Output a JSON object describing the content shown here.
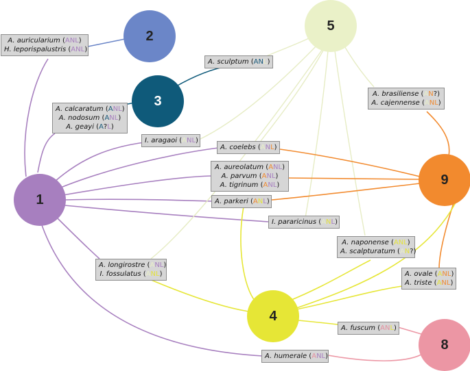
{
  "colors": {
    "1": "#a77fbf",
    "2": "#6b86c8",
    "3": "#0f5a7a",
    "4": "#e6e636",
    "5": "#eaf1c8",
    "8": "#ec96a4",
    "9": "#f28a2e"
  },
  "nodes": [
    {
      "id": "1",
      "label": "1"
    },
    {
      "id": "2",
      "label": "2"
    },
    {
      "id": "3",
      "label": "3"
    },
    {
      "id": "4",
      "label": "4"
    },
    {
      "id": "5",
      "label": "5"
    },
    {
      "id": "8",
      "label": "8"
    },
    {
      "id": "9",
      "label": "9"
    }
  ],
  "labels": [
    {
      "id": "L_auricularium",
      "lines": [
        {
          "species": "A. auricularium",
          "code": [
            [
              "A",
              "1"
            ],
            [
              "N",
              "1"
            ],
            [
              "L",
              "1"
            ]
          ]
        },
        {
          "species": "H. leporispalustris",
          "code": [
            [
              "A",
              "1"
            ],
            [
              "N",
              "1"
            ],
            [
              "L",
              "1"
            ]
          ]
        }
      ]
    },
    {
      "id": "L_sculptum",
      "lines": [
        {
          "species": "A. sculptum",
          "code": [
            [
              "A",
              "3"
            ],
            [
              "N",
              "3"
            ],
            [
              "L",
              "5"
            ]
          ]
        }
      ]
    },
    {
      "id": "L_calcaratum",
      "lines": [
        {
          "species": "A. calcaratum",
          "code": [
            [
              "A",
              "3"
            ],
            [
              "N",
              "1"
            ],
            [
              "L",
              "1"
            ]
          ]
        },
        {
          "species": "A. nodosum",
          "code": [
            [
              "A",
              "3"
            ],
            [
              "N",
              "1"
            ],
            [
              "L",
              "1"
            ]
          ]
        },
        {
          "species": "A. geayi",
          "code": [
            [
              "A",
              "3"
            ],
            [
              "?",
              "q"
            ],
            [
              "L",
              "1"
            ]
          ]
        }
      ]
    },
    {
      "id": "L_brasiliense",
      "lines": [
        {
          "species": "A. brasiliense",
          "code": [
            [
              "A",
              "5"
            ],
            [
              "N",
              "9"
            ],
            [
              "?",
              "q"
            ]
          ]
        },
        {
          "species": "A. cajennense",
          "code": [
            [
              "A",
              "5"
            ],
            [
              "N",
              "9"
            ],
            [
              "L",
              "9"
            ]
          ]
        }
      ]
    },
    {
      "id": "L_aragaoi",
      "lines": [
        {
          "species": "I. aragaoi",
          "code": [
            [
              "A",
              "5"
            ],
            [
              "N",
              "1"
            ],
            [
              "L",
              "1"
            ]
          ]
        }
      ]
    },
    {
      "id": "L_coelebs",
      "lines": [
        {
          "species": "A. coelebs",
          "code": [
            [
              "A",
              "5"
            ],
            [
              "N",
              "1"
            ],
            [
              "L",
              "9"
            ]
          ]
        }
      ]
    },
    {
      "id": "L_aureolatum",
      "lines": [
        {
          "species": "A. aureolatum",
          "code": [
            [
              "A",
              "9"
            ],
            [
              "N",
              "1"
            ],
            [
              "L",
              "1"
            ]
          ]
        },
        {
          "species": "A. parvum",
          "code": [
            [
              "A",
              "9"
            ],
            [
              "N",
              "1"
            ],
            [
              "L",
              "1"
            ]
          ]
        },
        {
          "species": "A. tigrinum",
          "code": [
            [
              "A",
              "9"
            ],
            [
              "N",
              "1"
            ],
            [
              "L",
              "1"
            ]
          ]
        }
      ]
    },
    {
      "id": "L_parkeri",
      "lines": [
        {
          "species": "A. parkeri",
          "code": [
            [
              "A",
              "9"
            ],
            [
              "N",
              "4"
            ],
            [
              "L",
              "1"
            ]
          ]
        }
      ]
    },
    {
      "id": "L_pararicinus",
      "lines": [
        {
          "species": "I. pararicinus",
          "code": [
            [
              "A",
              "5"
            ],
            [
              "N",
              "4"
            ],
            [
              "L",
              "1"
            ]
          ]
        }
      ]
    },
    {
      "id": "L_naponense",
      "lines": [
        {
          "species": "A. naponense",
          "code": [
            [
              "A",
              "4"
            ],
            [
              "N",
              "4"
            ],
            [
              "L",
              "4"
            ]
          ]
        },
        {
          "species": "A. scalpturatum",
          "code": [
            [
              "A",
              "5"
            ],
            [
              "N",
              "4"
            ],
            [
              "?",
              "q"
            ]
          ]
        }
      ]
    },
    {
      "id": "L_longirostre",
      "lines": [
        {
          "species": "A. longirostre",
          "code": [
            [
              "A",
              "5"
            ],
            [
              "N",
              "1"
            ],
            [
              "L",
              "1"
            ]
          ]
        },
        {
          "species": "I. fossulatus",
          "code": [
            [
              "A",
              "5"
            ],
            [
              "N",
              "4"
            ],
            [
              "L",
              "4"
            ]
          ]
        }
      ]
    },
    {
      "id": "L_ovale",
      "lines": [
        {
          "species": "A. ovale",
          "code": [
            [
              "A",
              "4"
            ],
            [
              "N",
              "9"
            ],
            [
              "L",
              "9"
            ]
          ]
        },
        {
          "species": "A. triste",
          "code": [
            [
              "A",
              "4"
            ],
            [
              "N",
              "9"
            ],
            [
              "L",
              "9"
            ]
          ]
        }
      ]
    },
    {
      "id": "L_fuscum",
      "lines": [
        {
          "species": "A. fuscum",
          "code": [
            [
              "A",
              "8"
            ],
            [
              "N",
              "8"
            ],
            [
              "L",
              "4"
            ]
          ]
        }
      ]
    },
    {
      "id": "L_humerale",
      "lines": [
        {
          "species": "A. humerale",
          "code": [
            [
              "A",
              "8"
            ],
            [
              "N",
              "1"
            ],
            [
              "L",
              "1"
            ]
          ]
        }
      ]
    }
  ]
}
